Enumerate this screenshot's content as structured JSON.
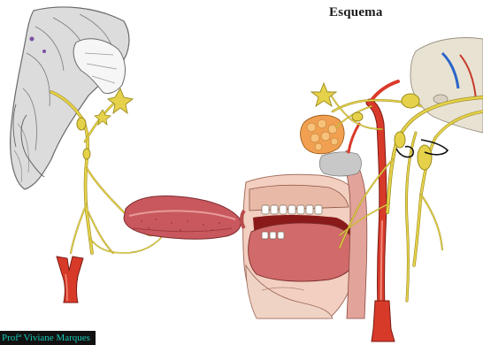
{
  "header": {
    "title": "Esquema"
  },
  "footer": {
    "credit": "Profª Viviane Marques"
  },
  "colors": {
    "nerve": "#e6d24a",
    "nerve_outline": "#9a8a1c",
    "artery": "#d83a2a",
    "tongue": "#c9585e",
    "gland": "#f0a050",
    "tissue": "#f2cfc0",
    "bone": "#d9d9d9"
  },
  "icons": {
    "left_panel": "brainstem-nerve-illustration",
    "right_panel": "head-sagittal-section-illustration"
  }
}
